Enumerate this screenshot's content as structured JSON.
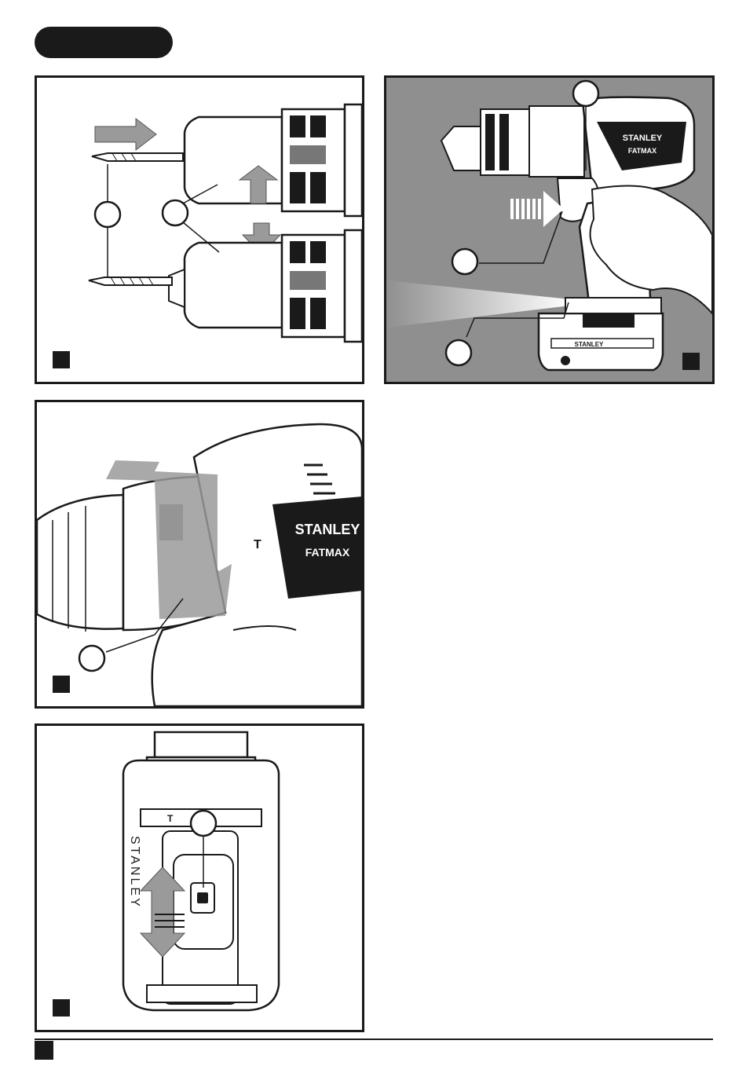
{
  "brand": {
    "wordmark": "STANLEY",
    "sub_mark": "FATMAX"
  },
  "colors": {
    "ink": "#1a1a1a",
    "panel_grey_bg": "#8f8f8f",
    "arrow_grey": "#9a9a9a",
    "paper": "#ffffff"
  },
  "figures": [
    {
      "id": "fig-chuck-bit",
      "callouts": 2
    },
    {
      "id": "fig-trigger-light",
      "callouts": 3
    },
    {
      "id": "fig-mode-collar",
      "callouts": 1
    },
    {
      "id": "fig-top-selector",
      "callouts": 1
    }
  ]
}
